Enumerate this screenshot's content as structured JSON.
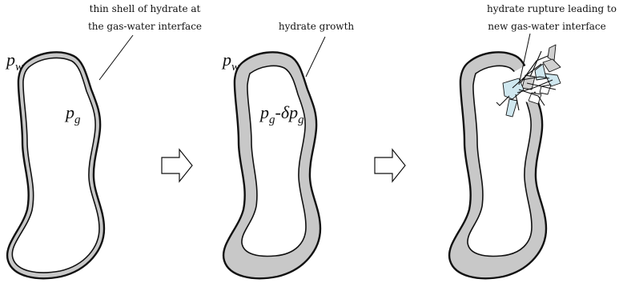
{
  "colors": {
    "outline": "#111111",
    "hydrate": "#c8c8c8",
    "fragment_blue": "#cfe7ef",
    "fragment_gray": "#d0d0d0",
    "background": "#ffffff"
  },
  "panels": [
    {
      "annotation_line1": "thin shell of hydrate at",
      "annotation_line2": "the gas-water interface",
      "water_pressure": {
        "symbol": "p",
        "subscript": "w"
      },
      "gas_pressure": {
        "symbol": "p",
        "subscript": "g"
      },
      "hydrate_layer": "thin"
    },
    {
      "annotation_line1": "hydrate growth",
      "water_pressure": {
        "symbol": "p",
        "subscript": "w"
      },
      "gas_pressure": {
        "symbol": "p",
        "subscript": "g",
        "minus": "-",
        "delta": "δ",
        "symbol2": "p",
        "subscript2": "g"
      },
      "hydrate_layer": "thick"
    },
    {
      "annotation_line1": "hydrate rupture leading to",
      "annotation_line2": "new gas-water interface",
      "hydrate_layer": "thick-ruptured"
    }
  ],
  "arrows": [
    {
      "icon": "hollow-right-arrow-icon"
    },
    {
      "icon": "hollow-right-arrow-icon"
    }
  ]
}
